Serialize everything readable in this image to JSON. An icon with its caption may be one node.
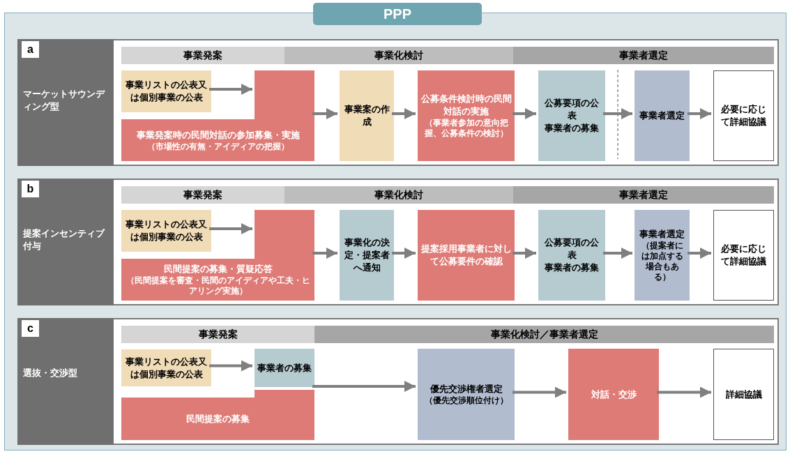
{
  "diagram": {
    "nodes": [
      {
        "text": [
          "PPP"
        ]
      },
      {
        "text": [
          "a",
          "マーケットサウンディング型"
        ],
        "in": 0
      },
      {
        "text": [
          "事業発案"
        ],
        "in": 1
      },
      {
        "text": [
          "事業化検討"
        ],
        "in": 1
      },
      {
        "text": [
          "事業者選定"
        ],
        "in": 1
      },
      {
        "text": [
          "事業リストの公表又は個別事業の公表"
        ],
        "in": 1
      },
      {
        "text": [
          "事業発案時の民間対話の参加募集・実施",
          "（市場性の有無・アイディアの把握）"
        ],
        "in": 1
      },
      {
        "text": [
          "事業案の作成"
        ],
        "in": 1
      },
      {
        "text": [
          "公募条件検討時の民間対話の実施",
          "（事業者参加の意向把握、公募条件の検討）"
        ],
        "in": 1
      },
      {
        "text": [
          "公募要項の公表",
          "事業者の募集"
        ],
        "in": 1
      },
      {
        "text": [
          "事業者選定"
        ],
        "in": 1
      },
      {
        "text": [
          "必要に応じて詳細協議"
        ],
        "in": 1
      },
      {
        "text": [
          "b",
          "提案インセンティブ付与"
        ],
        "in": 0
      },
      {
        "text": [
          "事業発案"
        ],
        "in": 12
      },
      {
        "text": [
          "事業化検討"
        ],
        "in": 12
      },
      {
        "text": [
          "事業者選定"
        ],
        "in": 12
      },
      {
        "text": [
          "事業リストの公表又は個別事業の公表"
        ],
        "in": 12
      },
      {
        "text": [
          "民間提案の募集・質疑応答",
          "（民間提案を審査・民間のアイディアや工夫・ヒアリング実施）"
        ],
        "in": 12
      },
      {
        "text": [
          "事業化の決定・提案者へ通知"
        ],
        "in": 12
      },
      {
        "text": [
          "提案採用事業者に対して公募要件の確認"
        ],
        "in": 12
      },
      {
        "text": [
          "公募要項の公表",
          "事業者の募集"
        ],
        "in": 12
      },
      {
        "text": [
          "事業者選定",
          "（提案者には加点する場合もある）"
        ],
        "in": 12
      },
      {
        "text": [
          "必要に応じて詳細協議"
        ],
        "in": 12
      },
      {
        "text": [
          "c",
          "選抜・交渉型"
        ],
        "in": 0
      },
      {
        "text": [
          "事業発案"
        ],
        "in": 23
      },
      {
        "text": [
          "事業化検討／事業者選定"
        ],
        "in": 23
      },
      {
        "text": [
          "事業リストの公表又は個別事業の公表"
        ],
        "in": 23
      },
      {
        "text": [
          "事業者の募集"
        ],
        "in": 23
      },
      {
        "text": [
          "民間提案の募集"
        ],
        "in": 23
      },
      {
        "text": [
          "優先交渉権者選定",
          "（優先交渉順位付け）"
        ],
        "in": 23
      },
      {
        "text": [
          "対話・交渉"
        ],
        "in": 23
      },
      {
        "text": [
          "詳細協議"
        ],
        "in": 23
      }
    ],
    "edges": [
      {
        "from": 5,
        "to": 6,
        "arrow": "to"
      },
      {
        "from": 6,
        "to": 7,
        "arrow": "to"
      },
      {
        "from": 7,
        "to": 8,
        "arrow": "to"
      },
      {
        "from": 8,
        "to": 9,
        "arrow": "to"
      },
      {
        "from": 9,
        "to": 10,
        "arrow": "to"
      },
      {
        "from": 10,
        "to": 11,
        "arrow": "to"
      },
      {
        "from": 16,
        "to": 17,
        "arrow": "to"
      },
      {
        "from": 17,
        "to": 18,
        "arrow": "to"
      },
      {
        "from": 18,
        "to": 19,
        "arrow": "to"
      },
      {
        "from": 19,
        "to": 20,
        "arrow": "to"
      },
      {
        "from": 20,
        "to": 21,
        "arrow": "to"
      },
      {
        "from": 21,
        "to": 22,
        "arrow": "to"
      },
      {
        "from": 26,
        "to": 27,
        "arrow": "to"
      },
      {
        "from": 27,
        "to": 29,
        "arrow": "to"
      },
      {
        "from": 28,
        "to": 29,
        "arrow": "to"
      },
      {
        "from": 29,
        "to": 30,
        "arrow": "to"
      },
      {
        "from": 30,
        "to": 31,
        "arrow": "to"
      }
    ]
  }
}
